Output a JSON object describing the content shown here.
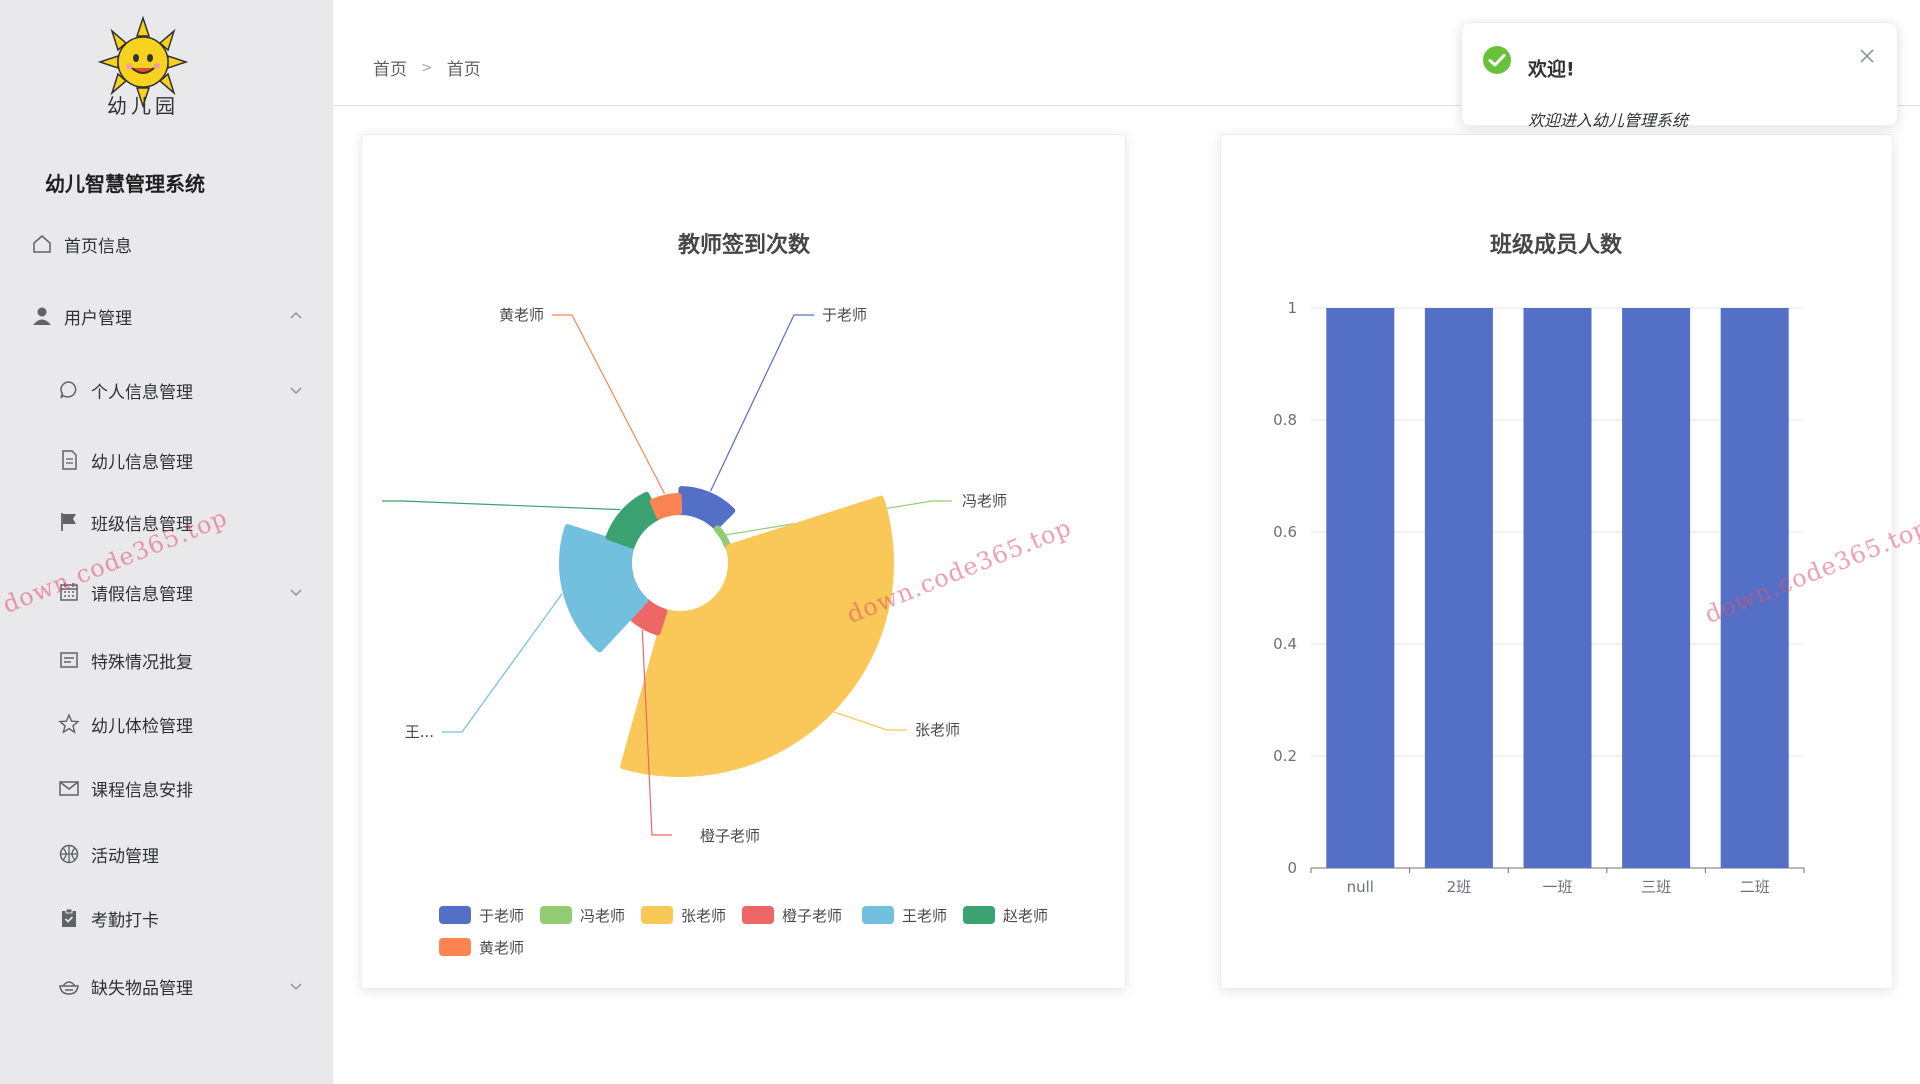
{
  "app": {
    "title": "幼儿智慧管理系统",
    "logo_text": "幼儿园"
  },
  "sidebar": {
    "items": [
      {
        "label": "首页信息",
        "icon": "home-icon",
        "level": 1,
        "chevron": "none"
      },
      {
        "label": "用户管理",
        "icon": "user-icon",
        "level": 1,
        "chevron": "up"
      },
      {
        "label": "个人信息管理",
        "icon": "chat-bubble-icon",
        "level": 2,
        "chevron": "down"
      },
      {
        "label": "幼儿信息管理",
        "icon": "document-icon",
        "level": 2,
        "chevron": "none"
      },
      {
        "label": "班级信息管理",
        "icon": "flag-icon",
        "level": 2,
        "chevron": "none"
      },
      {
        "label": "请假信息管理",
        "icon": "calendar-icon",
        "level": 2,
        "chevron": "down"
      },
      {
        "label": "特殊情况批复",
        "icon": "message-box-icon",
        "level": 2,
        "chevron": "none"
      },
      {
        "label": "幼儿体检管理",
        "icon": "star-icon",
        "level": 2,
        "chevron": "none"
      },
      {
        "label": "课程信息安排",
        "icon": "mail-icon",
        "level": 2,
        "chevron": "none"
      },
      {
        "label": "活动管理",
        "icon": "basketball-icon",
        "level": 2,
        "chevron": "none"
      },
      {
        "label": "考勤打卡",
        "icon": "clipboard-check-icon",
        "level": 2,
        "chevron": "none"
      },
      {
        "label": "缺失物品管理",
        "icon": "bowl-icon",
        "level": 2,
        "chevron": "down"
      }
    ]
  },
  "header": {
    "breadcrumb": [
      "首页",
      "首页"
    ]
  },
  "notification": {
    "title": "欢迎!",
    "message": "欢迎进入幼儿管理系统",
    "status_color": "#67c23a"
  },
  "watermark": "down.code365.top",
  "chart_data": [
    {
      "type": "pie",
      "variant": "rose",
      "title": "教师签到次数",
      "series": [
        {
          "name": "于老师",
          "value": 2.2,
          "color": "#5470c6"
        },
        {
          "name": "冯老师",
          "value": 1.2,
          "color": "#91cc75"
        },
        {
          "name": "张老师",
          "value": 6,
          "color": "#fac858"
        },
        {
          "name": "橙子老师",
          "value": 1.2,
          "color": "#ee6666"
        },
        {
          "name": "王老师",
          "value": 3.2,
          "color": "#73c0de"
        },
        {
          "name": "赵老师",
          "value": 2.2,
          "color": "#3ba272"
        },
        {
          "name": "黄老师",
          "value": 1.2,
          "color": "#fc8452"
        }
      ],
      "labels": [
        "于老师",
        "冯老师",
        "张老师",
        "橙子老师",
        "王...",
        "",
        "黄老师"
      ],
      "legend": "bottom"
    },
    {
      "type": "bar",
      "title": "班级成员人数",
      "categories": [
        "null",
        "2班",
        "一班",
        "三班",
        "二班"
      ],
      "values": [
        1,
        1,
        1,
        1,
        1
      ],
      "ylim": [
        0,
        1
      ],
      "yticks": [
        "0",
        "0.2",
        "0.4",
        "0.6",
        "0.8",
        "1"
      ],
      "color": "#5470c6",
      "grid": true
    }
  ]
}
